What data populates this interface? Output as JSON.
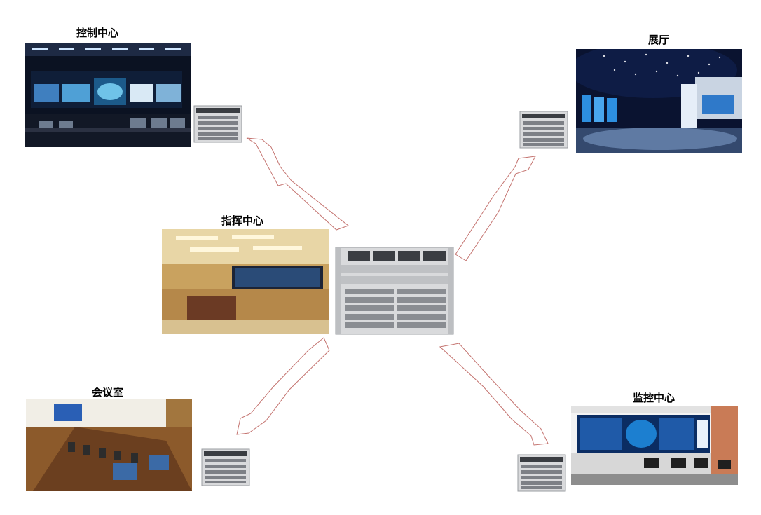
{
  "nodes": {
    "control_center": {
      "label": "控制中心"
    },
    "exhibition_hall": {
      "label": "展厅"
    },
    "command_center": {
      "label": "指挥中心"
    },
    "meeting_room": {
      "label": "会议室"
    },
    "monitoring_center": {
      "label": "监控中心"
    }
  },
  "colors": {
    "arrow_stroke": "#c4736f",
    "chassis": "#d9dadc",
    "chassis_dark": "#3a3d42"
  }
}
